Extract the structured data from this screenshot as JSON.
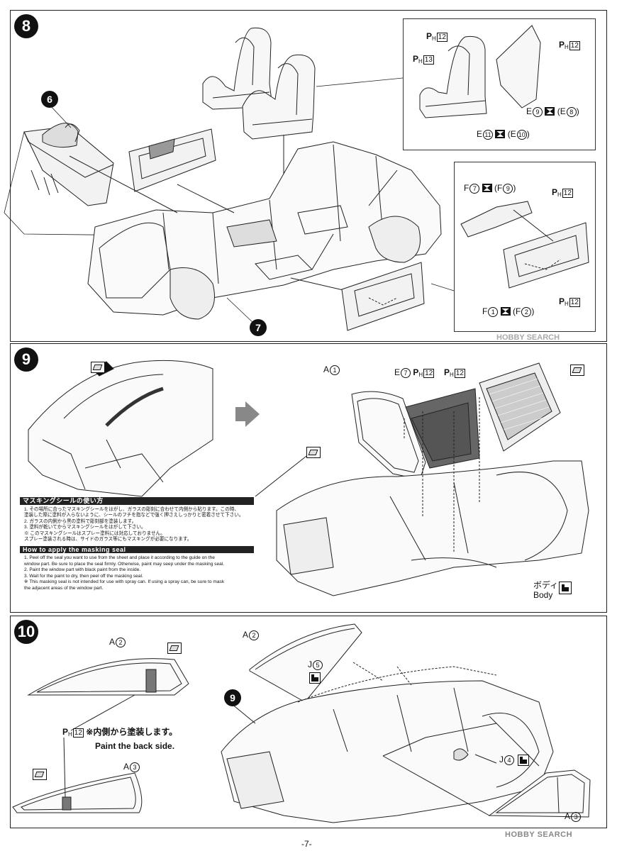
{
  "page": {
    "page_number": "-7-",
    "watermark": "HOBBY SEARCH"
  },
  "step8": {
    "number": "8",
    "callout_6": "6",
    "callout_7": "7",
    "inset_seat": {
      "ph12_a": "P",
      "ph12_a_sub": "H",
      "ph12_a_num": "12",
      "ph13": "P",
      "ph13_sub": "H",
      "ph13_num": "13",
      "ph12_b": "P",
      "ph12_b_sub": "H",
      "ph12_b_num": "12",
      "e9": "E",
      "e9_num": "9",
      "e8": "(E",
      "e8_num": "8",
      "e11": "E",
      "e11_num": "11",
      "e10": "(E",
      "e10_num": "10"
    },
    "inset_door": {
      "f7": "F",
      "f7_num": "7",
      "f9": "(F",
      "f9_num": "9",
      "ph12_c": "P",
      "ph12_c_sub": "H",
      "ph12_c_num": "12",
      "f1": "F",
      "f1_num": "1",
      "f2": "(F",
      "f2_num": "2",
      "ph12_d": "P",
      "ph12_d_sub": "H",
      "ph12_d_num": "12"
    }
  },
  "step9": {
    "number": "9",
    "a1": "A",
    "a1_num": "1",
    "e7": "E",
    "e7_num": "7",
    "ph12_e": "P",
    "ph12_e_sub": "H",
    "ph12_e_num": "12",
    "ph12_f": "P",
    "ph12_f_sub": "H",
    "ph12_f_num": "12",
    "body_jp": "ボディ",
    "body_en": "Body",
    "masking": {
      "title_jp": "マスキングシールの使い方",
      "jp_lines": [
        "1. その場所に合ったマスキングシールをはがし、ガラスの彫刻に合わせて内側から貼ります。この時、",
        "   塗装した際に塗料が入らないように、シールのフチを指などで強く押さえしっかりと密着させて下さい。",
        "2. ガラスの内側から黒の塗料で彫刻部を塗装します。",
        "3. 塗料が乾いてからマスキングシールをはがして下さい。",
        "※ このマスキングシールはスプレー塗料には対応しておりません。",
        "   スプレー塗装される時は、サイドのガラス等にもマスキングが必要になります。"
      ],
      "title_en": "How to apply the masking seal",
      "en_lines": [
        "1. Peel off the seal you want to use from the sheet and place it according to the guide on the",
        "   window part. Be sure to place the seal firmly. Otherwise, paint may seep under the masking seal.",
        "2. Paint the window part with black paint from the inside.",
        "3. Wait for the paint to dry, then peel off the masking seal.",
        "※ This masking seal is not intended for use with spray can. If using a spray can, be sure to mask",
        "   the adjacent areas of the window part."
      ]
    }
  },
  "step10": {
    "number": "10",
    "a2_left": "A",
    "a2_left_num": "2",
    "a3_left": "A",
    "a3_left_num": "3",
    "a2_right": "A",
    "a2_right_num": "2",
    "a3_right": "A",
    "a3_right_num": "3",
    "j5": "J",
    "j5_num": "5",
    "j4": "J",
    "j4_num": "4",
    "callout_9": "9",
    "ph12_g": "P",
    "ph12_g_sub": "H",
    "ph12_g_num": "12",
    "paint_jp": "※内側から塗装します。",
    "paint_en": "Paint the back side."
  },
  "colors": {
    "ink": "#111111",
    "panel_border": "#222222",
    "glass_tint": "#555555"
  }
}
